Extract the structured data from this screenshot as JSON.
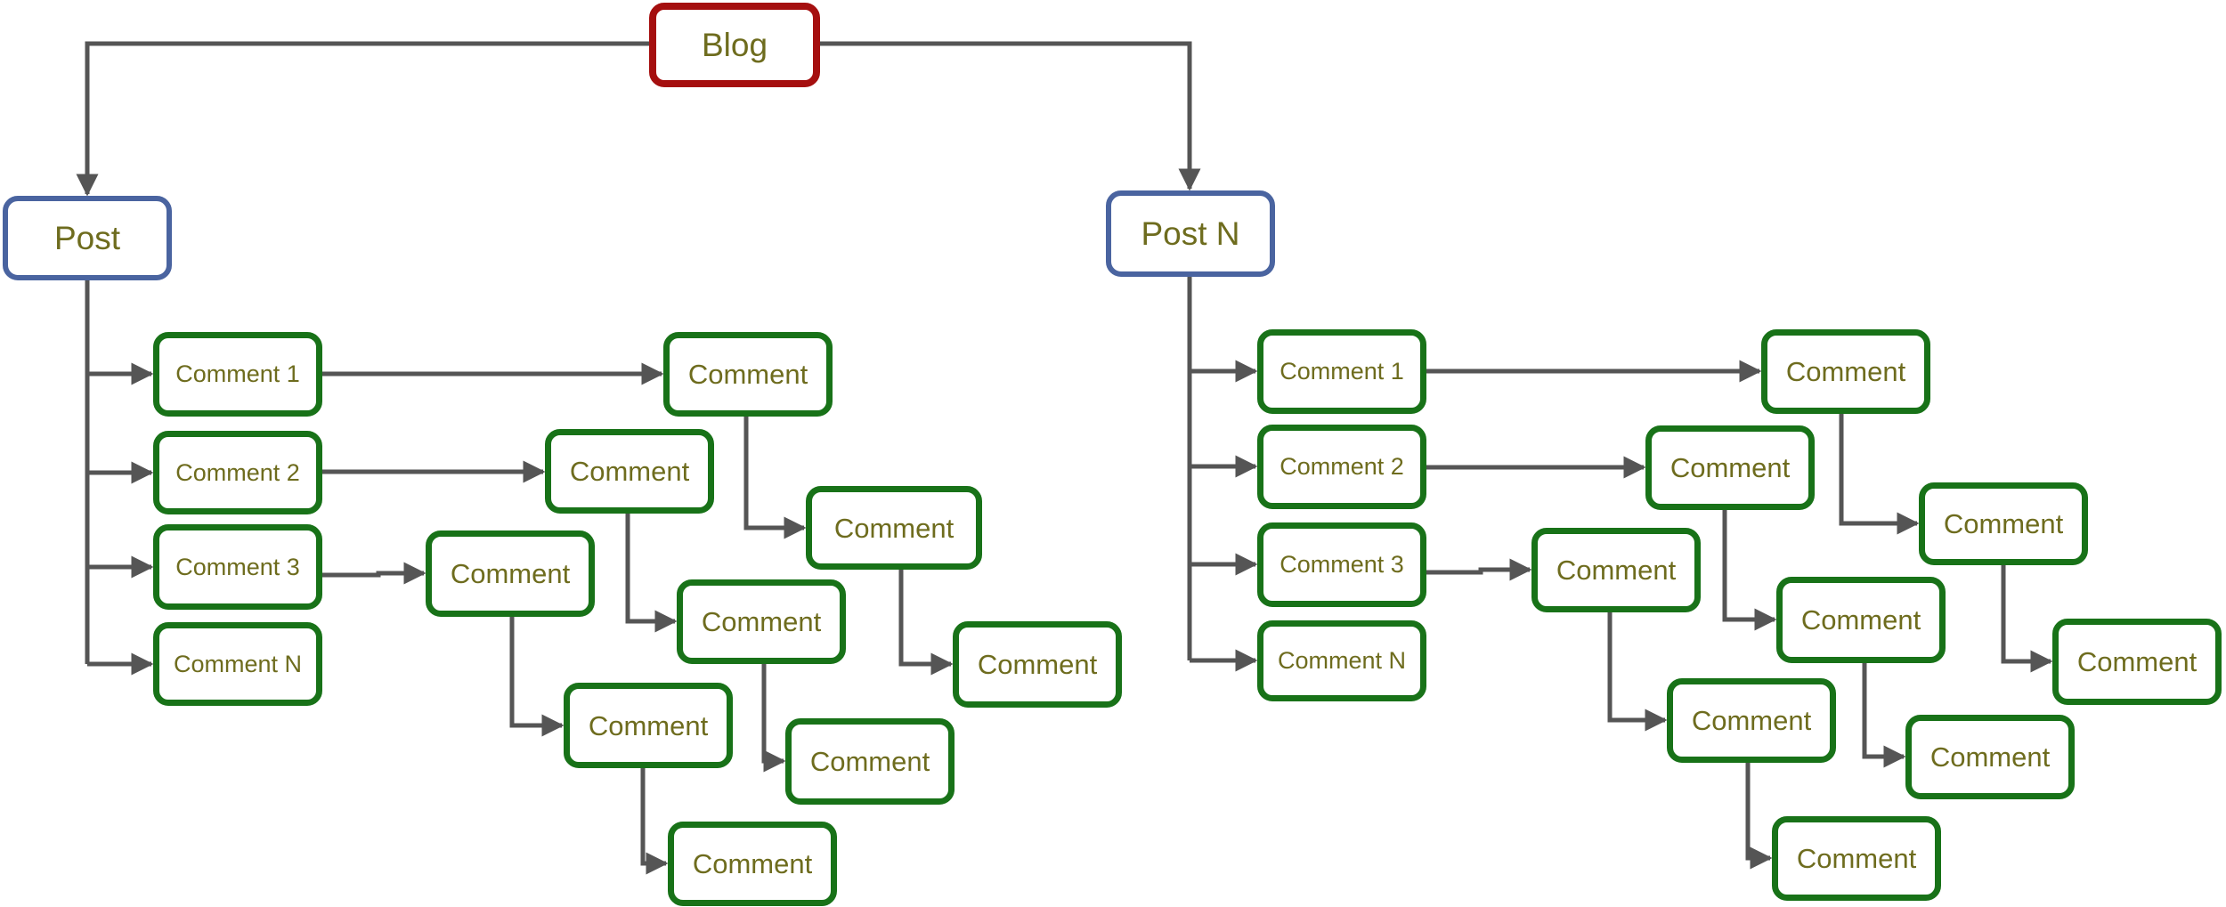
{
  "diagram_title": "Blog posts and nested comments tree",
  "colors": {
    "root_border": "#A50F0F",
    "post_border": "#4A64A0",
    "comment_border": "#187218",
    "label_text": "#6E6C1E",
    "connector": "#555555",
    "background": "#ffffff"
  },
  "nodes": [
    {
      "id": "blog",
      "label": "Blog",
      "type": "root"
    },
    {
      "id": "post",
      "label": "Post",
      "type": "post"
    },
    {
      "id": "post-n",
      "label": "Post N",
      "type": "post"
    },
    {
      "id": "l-comment-1",
      "label": "Comment 1",
      "type": "comment"
    },
    {
      "id": "l-comment-2",
      "label": "Comment 2",
      "type": "comment"
    },
    {
      "id": "l-comment-3",
      "label": "Comment 3",
      "type": "comment"
    },
    {
      "id": "l-comment-n",
      "label": "Comment N",
      "type": "comment"
    },
    {
      "id": "l-reply-1",
      "label": "Comment",
      "type": "comment"
    },
    {
      "id": "l-reply-2",
      "label": "Comment",
      "type": "comment"
    },
    {
      "id": "l-reply-3",
      "label": "Comment",
      "type": "comment"
    },
    {
      "id": "l-reply-1-1",
      "label": "Comment",
      "type": "comment"
    },
    {
      "id": "l-reply-1-1-1",
      "label": "Comment",
      "type": "comment"
    },
    {
      "id": "l-reply-2-1",
      "label": "Comment",
      "type": "comment"
    },
    {
      "id": "l-reply-2-1-1",
      "label": "Comment",
      "type": "comment"
    },
    {
      "id": "l-reply-3-1",
      "label": "Comment",
      "type": "comment"
    },
    {
      "id": "l-reply-3-1-1",
      "label": "Comment",
      "type": "comment"
    },
    {
      "id": "r-comment-1",
      "label": "Comment 1",
      "type": "comment"
    },
    {
      "id": "r-comment-2",
      "label": "Comment 2",
      "type": "comment"
    },
    {
      "id": "r-comment-3",
      "label": "Comment 3",
      "type": "comment"
    },
    {
      "id": "r-comment-n",
      "label": "Comment N",
      "type": "comment"
    },
    {
      "id": "r-reply-1",
      "label": "Comment",
      "type": "comment"
    },
    {
      "id": "r-reply-2",
      "label": "Comment",
      "type": "comment"
    },
    {
      "id": "r-reply-3",
      "label": "Comment",
      "type": "comment"
    },
    {
      "id": "r-reply-1-1",
      "label": "Comment",
      "type": "comment"
    },
    {
      "id": "r-reply-1-1-1",
      "label": "Comment",
      "type": "comment"
    },
    {
      "id": "r-reply-2-1",
      "label": "Comment",
      "type": "comment"
    },
    {
      "id": "r-reply-2-1-1",
      "label": "Comment",
      "type": "comment"
    },
    {
      "id": "r-reply-3-1",
      "label": "Comment",
      "type": "comment"
    },
    {
      "id": "r-reply-3-1-1",
      "label": "Comment",
      "type": "comment"
    }
  ],
  "edges": [
    {
      "from": "blog",
      "to": "post"
    },
    {
      "from": "blog",
      "to": "post-n"
    },
    {
      "from": "post",
      "to": "l-comment-1"
    },
    {
      "from": "post",
      "to": "l-comment-2"
    },
    {
      "from": "post",
      "to": "l-comment-3"
    },
    {
      "from": "post",
      "to": "l-comment-n"
    },
    {
      "from": "l-comment-1",
      "to": "l-reply-1"
    },
    {
      "from": "l-comment-2",
      "to": "l-reply-2"
    },
    {
      "from": "l-comment-3",
      "to": "l-reply-3"
    },
    {
      "from": "l-reply-1",
      "to": "l-reply-1-1"
    },
    {
      "from": "l-reply-1-1",
      "to": "l-reply-1-1-1"
    },
    {
      "from": "l-reply-2",
      "to": "l-reply-2-1"
    },
    {
      "from": "l-reply-2-1",
      "to": "l-reply-2-1-1"
    },
    {
      "from": "l-reply-3",
      "to": "l-reply-3-1"
    },
    {
      "from": "l-reply-3-1",
      "to": "l-reply-3-1-1"
    },
    {
      "from": "post-n",
      "to": "r-comment-1"
    },
    {
      "from": "post-n",
      "to": "r-comment-2"
    },
    {
      "from": "post-n",
      "to": "r-comment-3"
    },
    {
      "from": "post-n",
      "to": "r-comment-n"
    },
    {
      "from": "r-comment-1",
      "to": "r-reply-1"
    },
    {
      "from": "r-comment-2",
      "to": "r-reply-2"
    },
    {
      "from": "r-comment-3",
      "to": "r-reply-3"
    },
    {
      "from": "r-reply-1",
      "to": "r-reply-1-1"
    },
    {
      "from": "r-reply-1-1",
      "to": "r-reply-1-1-1"
    },
    {
      "from": "r-reply-2",
      "to": "r-reply-2-1"
    },
    {
      "from": "r-reply-2-1",
      "to": "r-reply-2-1-1"
    },
    {
      "from": "r-reply-3",
      "to": "r-reply-3-1"
    },
    {
      "from": "r-reply-3-1",
      "to": "r-reply-3-1-1"
    }
  ]
}
